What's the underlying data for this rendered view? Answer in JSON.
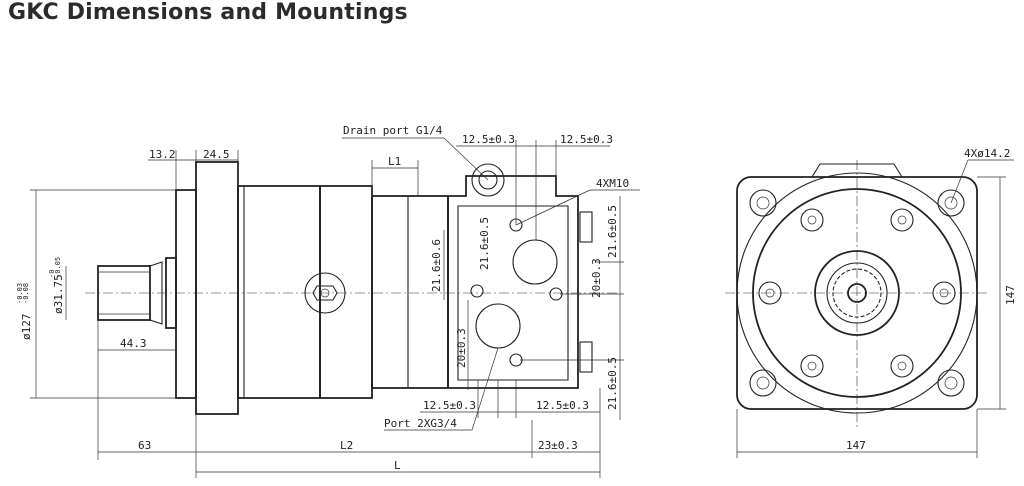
{
  "title": "GKC Dimensions and Mountings",
  "labels": {
    "drain_port": "Drain port G1/4",
    "d13_2": "13.2",
    "d24_5": "24.5",
    "L1": "L1",
    "top_12_5a": "12.5±0.3",
    "top_12_5b": "12.5±0.3",
    "m10": "4XM10",
    "v21_6_top": "21.6±0.5",
    "v21_6_right1": "21.6±0.5",
    "v21_6_left": "21.6±0.6",
    "v20_right": "20±0.3",
    "v20_left": "20±0.3",
    "v21_6_right2": "21.6±0.5",
    "bot_12_5a": "12.5±0.3",
    "bot_12_5b": "12.5±0.3",
    "port": "Port 2XG3/4",
    "d127": "ø127",
    "d127_tol_top": "-0.03",
    "d127_tol_bot": "-0.08",
    "d31_75": "ø31.75",
    "d31_75_tol_top": "-0",
    "d31_75_tol_bot": "-0.05",
    "d44_3": "44.3",
    "d63": "63",
    "L2": "L2",
    "L": "L",
    "d23": "23±0.3",
    "holes": "4Xø14.2",
    "d147_v": "147",
    "d147_h": "147"
  }
}
